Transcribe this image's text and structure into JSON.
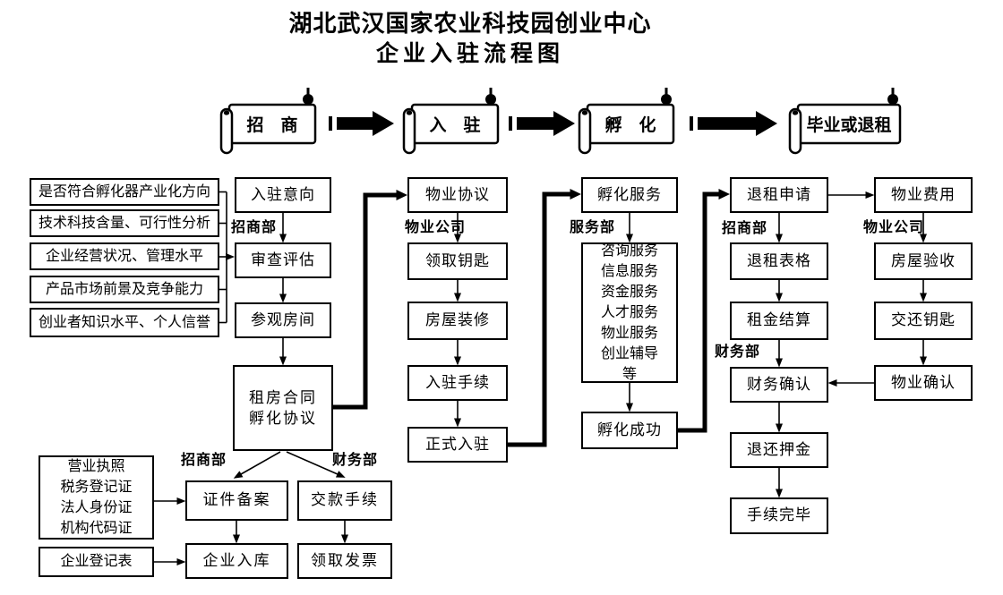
{
  "title": {
    "line1": "湖北武汉国家农业科技园创业中心",
    "line2": "企业入驻流程图"
  },
  "banners": {
    "recruit": "招　商",
    "entry": "入　驻",
    "incubation": "孵　化",
    "graduate": "毕业或退租"
  },
  "depts": {
    "col1_recruit": "招商部",
    "col2_property": "物业公司",
    "col3_service": "服务部",
    "col4_recruit": "招商部",
    "col4_finance": "财务部",
    "col4_property": "物业公司",
    "bottom_recruit": "招商部",
    "bottom_finance": "财务部"
  },
  "criteria": [
    "是否符合孵化器产业化方向",
    "技术科技含量、可行性分析",
    "企业经营状况、管理水平",
    "产品市场前景及竞争能力",
    "创业者知识水平、个人信誉"
  ],
  "documents": [
    "营业执照",
    "税务登记证",
    "法人身份证",
    "机构代码证"
  ],
  "services": [
    "咨询服务",
    "信息服务",
    "资金服务",
    "人才服务",
    "物业服务",
    "创业辅导",
    "等"
  ],
  "nodes": {
    "entry_intention": "入驻意向",
    "review_assessment": "审查评估",
    "visit_room": "参观房间",
    "lease_contract_line1": "租房合同",
    "lease_contract_line2": "孵化协议",
    "certificate_filing": "证件备案",
    "payment_procedure": "交款手续",
    "enterprise_storage": "企业入库",
    "receive_invoice": "领取发票",
    "registration_form": "企业登记表",
    "property_agreement": "物业协议",
    "receive_keys": "领取钥匙",
    "house_decoration": "房屋装修",
    "entry_procedure": "入驻手续",
    "official_entry": "正式入驻",
    "incubation_service": "孵化服务",
    "incubation_success": "孵化成功",
    "termination_application": "退租申请",
    "termination_form": "退租表格",
    "rent_settlement": "租金结算",
    "finance_confirmation": "财务确认",
    "deposit_refund": "退还押金",
    "procedure_complete": "手续完毕",
    "property_fee": "物业费用",
    "house_inspection": "房屋验收",
    "return_keys": "交还钥匙",
    "property_confirmation": "物业确认"
  },
  "colors": {
    "ink": "#000000",
    "paper": "#ffffff"
  }
}
